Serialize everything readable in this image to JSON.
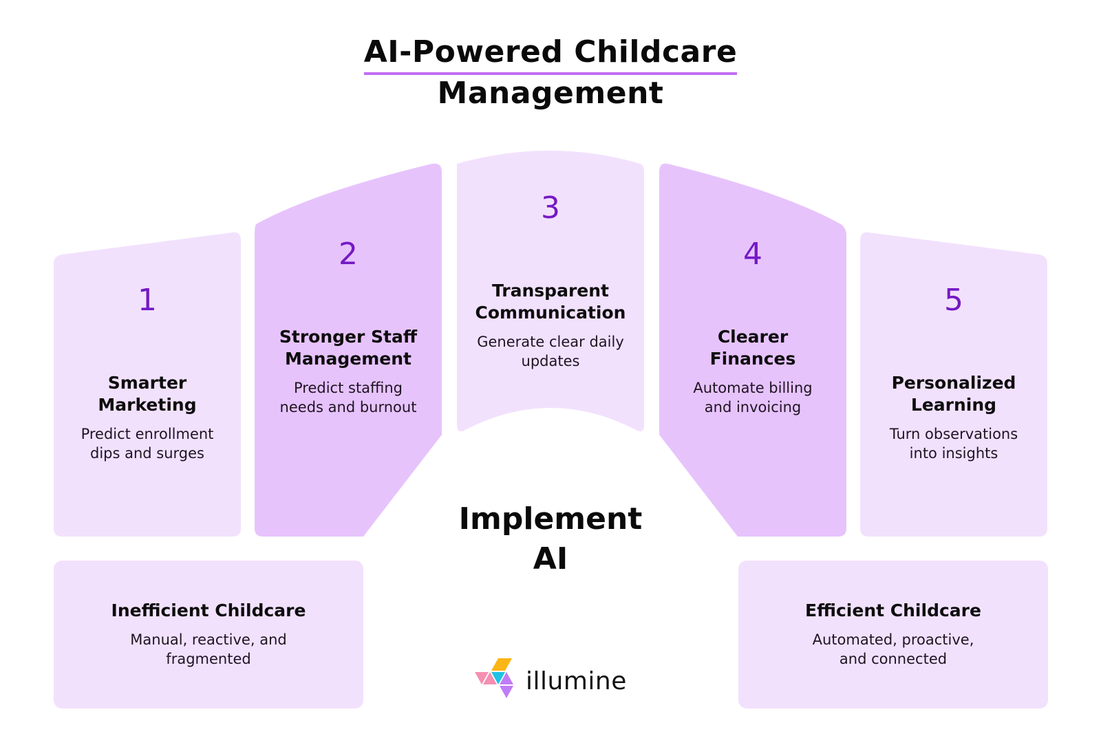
{
  "header": {
    "title_line1": "AI-Powered Childcare",
    "title_line2": "Management",
    "underline_color": "#c06ef0"
  },
  "colors": {
    "card_light": "#f2e1fd",
    "card_dark": "#e7c3fc",
    "number": "#7419c4",
    "text": "#0d0d0d"
  },
  "cards": [
    {
      "number": "1",
      "title_line1": "Smarter",
      "title_line2": "Marketing",
      "desc_line1": "Predict enrollment",
      "desc_line2": "dips and surges"
    },
    {
      "number": "2",
      "title_line1": "Stronger Staff",
      "title_line2": "Management",
      "desc_line1": "Predict staffing",
      "desc_line2": "needs and burnout"
    },
    {
      "number": "3",
      "title_line1": "Transparent",
      "title_line2": "Communication",
      "desc_line1": "Generate clear daily",
      "desc_line2": "updates"
    },
    {
      "number": "4",
      "title_line1": "Clearer",
      "title_line2": "Finances",
      "desc_line1": "Automate billing",
      "desc_line2": "and invoicing"
    },
    {
      "number": "5",
      "title_line1": "Personalized",
      "title_line2": "Learning",
      "desc_line1": "Turn observations",
      "desc_line2": "into insights"
    }
  ],
  "center": {
    "line1": "Implement",
    "line2": "AI"
  },
  "bottom": {
    "left": {
      "title": "Inefficient Childcare",
      "desc_line1": "Manual, reactive, and",
      "desc_line2": "fragmented"
    },
    "right": {
      "title": "Efficient Childcare",
      "desc_line1": "Automated, proactive,",
      "desc_line2": "and connected"
    }
  },
  "logo": {
    "word": "illumine",
    "icon": "illumine-triangles-icon",
    "colors": [
      "#fbb516",
      "#f48fb1",
      "#1ec3e6",
      "#c07cf7"
    ]
  }
}
